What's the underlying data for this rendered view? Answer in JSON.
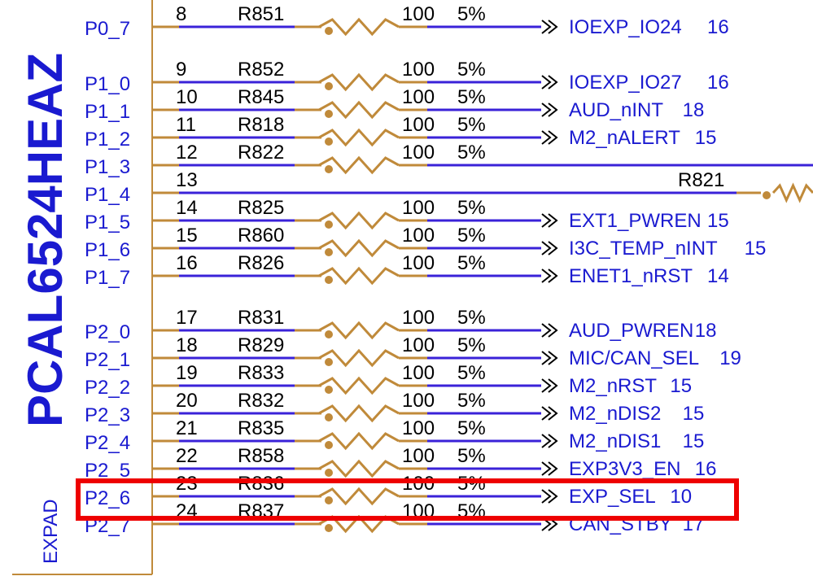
{
  "component": {
    "part_number": "PCAL6524HEAZ",
    "section_label": "EXPAD"
  },
  "rows": [
    {
      "pin": "P0_7",
      "num": "8",
      "ref": "R851",
      "val": "100",
      "tol": "5%",
      "net": "IOEXP_IO24",
      "sheet": "16",
      "connected": true
    },
    {
      "pin": "P1_0",
      "num": "9",
      "ref": "R852",
      "val": "100",
      "tol": "5%",
      "net": "IOEXP_IO27",
      "sheet": "16",
      "connected": true
    },
    {
      "pin": "P1_1",
      "num": "10",
      "ref": "R845",
      "val": "100",
      "tol": "5%",
      "net": "AUD_nINT",
      "sheet": "18",
      "connected": true
    },
    {
      "pin": "P1_2",
      "num": "11",
      "ref": "R818",
      "val": "100",
      "tol": "5%",
      "net": "M2_nALERT",
      "sheet": "15",
      "connected": true
    },
    {
      "pin": "P1_3",
      "num": "12",
      "ref": "R822",
      "val": "100",
      "tol": "5%",
      "net": "",
      "sheet": "",
      "connected": true
    },
    {
      "pin": "P1_4",
      "num": "13",
      "ref": "R821",
      "val": "",
      "tol": "",
      "net": "",
      "sheet": "",
      "connected": true
    },
    {
      "pin": "P1_5",
      "num": "14",
      "ref": "R825",
      "val": "100",
      "tol": "5%",
      "net": "EXT1_PWREN",
      "sheet": "15",
      "connected": true
    },
    {
      "pin": "P1_6",
      "num": "15",
      "ref": "R860",
      "val": "100",
      "tol": "5%",
      "net": "I3C_TEMP_nINT",
      "sheet": "15",
      "connected": true
    },
    {
      "pin": "P1_7",
      "num": "16",
      "ref": "R826",
      "val": "100",
      "tol": "5%",
      "net": "ENET1_nRST",
      "sheet": "14",
      "connected": true
    },
    {
      "pin": "P2_0",
      "num": "17",
      "ref": "R831",
      "val": "100",
      "tol": "5%",
      "net": "AUD_PWREN",
      "sheet": "18",
      "connected": true
    },
    {
      "pin": "P2_1",
      "num": "18",
      "ref": "R829",
      "val": "100",
      "tol": "5%",
      "net": "MIC/CAN_SEL",
      "sheet": "19",
      "connected": true
    },
    {
      "pin": "P2_2",
      "num": "19",
      "ref": "R833",
      "val": "100",
      "tol": "5%",
      "net": "M2_nRST",
      "sheet": "15",
      "connected": true
    },
    {
      "pin": "P2_3",
      "num": "20",
      "ref": "R832",
      "val": "100",
      "tol": "5%",
      "net": "M2_nDIS2",
      "sheet": "15",
      "connected": true
    },
    {
      "pin": "P2_4",
      "num": "21",
      "ref": "R835",
      "val": "100",
      "tol": "5%",
      "net": "M2_nDIS1",
      "sheet": "15",
      "connected": true
    },
    {
      "pin": "P2_5",
      "num": "22",
      "ref": "R858",
      "val": "100",
      "tol": "5%",
      "net": "EXP3V3_EN",
      "sheet": "16",
      "connected": true
    },
    {
      "pin": "P2_6",
      "num": "23",
      "ref": "R836",
      "val": "100",
      "tol": "5%",
      "net": "EXP_SEL",
      "sheet": "10",
      "connected": true
    },
    {
      "pin": "P2_7",
      "num": "24",
      "ref": "R837",
      "val": "100",
      "tol": "5%",
      "net": "CAN_STBY",
      "sheet": "17",
      "connected": true
    }
  ],
  "highlight": {
    "pin": "P2_6",
    "color": "#ee0000"
  },
  "colors": {
    "wire": "#3a22d8",
    "pin_text": "#1a1ad0",
    "component": "#c08a3a",
    "highlight": "#ee0000"
  }
}
